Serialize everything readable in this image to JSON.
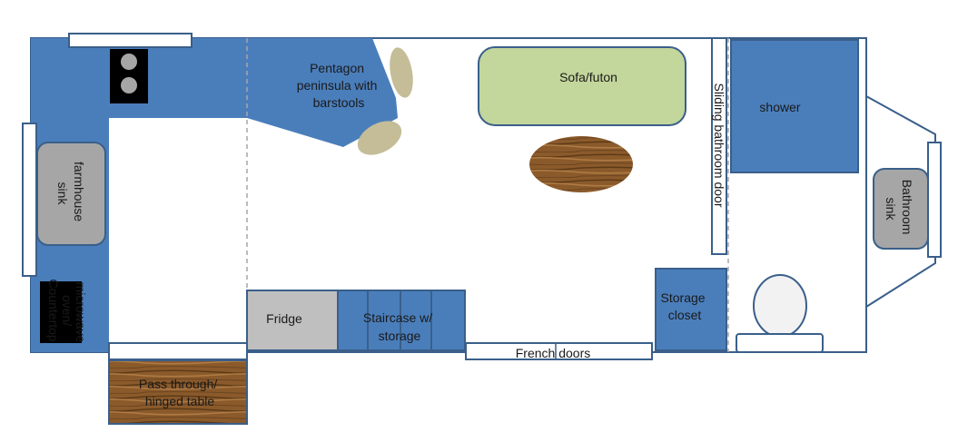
{
  "colors": {
    "wall": "#4a7ebb",
    "wall_outline": "#3a5f8a",
    "counter_blue": "#4f81bd",
    "sofa_green": "#c3d69b",
    "stool_tan": "#c4bd97",
    "fridge_gray": "#bfbfbf",
    "sink_gray": "#a6a6a6",
    "wood": "#8b5a2b",
    "black": "#000000"
  },
  "labels": {
    "peninsula": [
      "Pentagon",
      "peninsula with",
      "barstools"
    ],
    "sofa": "Sofa/futon",
    "sliding_door": "Sliding bathroom  door",
    "shower": "shower",
    "farmhouse_sink": [
      "farmhouse",
      "sink"
    ],
    "bathroom_sink": [
      "Bathroom",
      "sink"
    ],
    "fridge": "Fridge",
    "staircase": [
      "Staircase w/",
      "storage"
    ],
    "french_doors": "French doors",
    "storage_closet": [
      "Storage",
      "closet"
    ],
    "table": [
      "Pass through/",
      "hinged table"
    ],
    "counter_oven": [
      "Countertop",
      "oven/",
      "microwave"
    ]
  },
  "icons": {
    "stovetop": "stovetop-icon",
    "toilet": "toilet-icon",
    "rug": "oval-rug-icon"
  }
}
